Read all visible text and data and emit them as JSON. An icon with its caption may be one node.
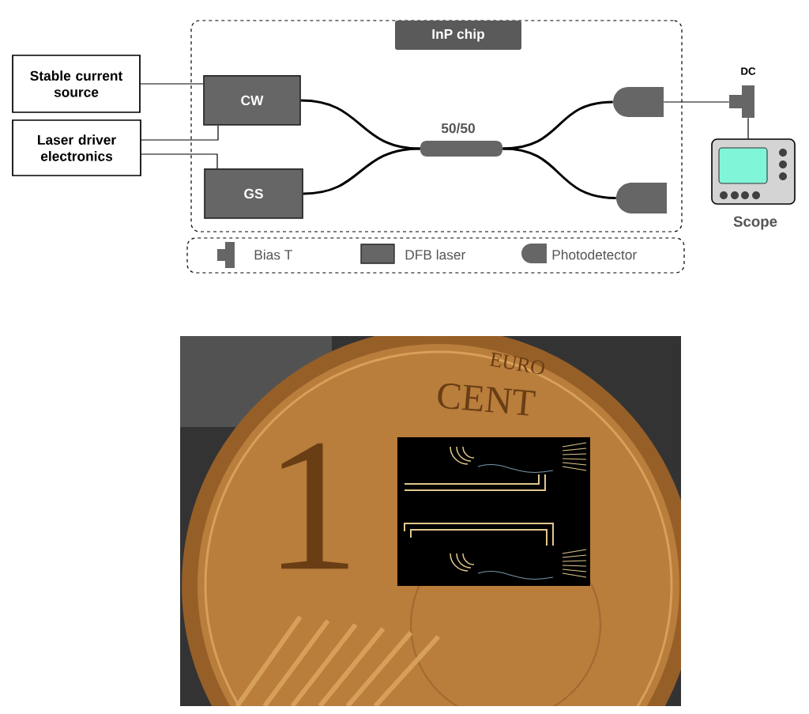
{
  "diagram": {
    "nodes": [
      {
        "text": [
          "InP chip"
        ]
      },
      {
        "text": [
          "Stable current source"
        ]
      },
      {
        "text": [
          "Laser driver electronics"
        ]
      },
      {
        "text": [
          "CW"
        ],
        "in": 0
      },
      {
        "text": [
          "GS"
        ],
        "in": 0
      },
      {
        "text": [
          "50/50"
        ],
        "in": 0
      },
      {
        "text": [],
        "shape": "box",
        "in": 0
      },
      {
        "text": [],
        "shape": "box",
        "in": 0
      },
      {
        "text": [
          "DC"
        ]
      },
      {
        "text": [
          "Scope"
        ]
      }
    ],
    "edges": [
      {
        "from": 1,
        "to": 3,
        "arrow": "none"
      },
      {
        "from": 2,
        "to": 3,
        "arrow": "none"
      },
      {
        "from": 2,
        "to": 4,
        "arrow": "none"
      },
      {
        "from": 3,
        "to": 5,
        "arrow": "none",
        "style": "thick"
      },
      {
        "from": 4,
        "to": 5,
        "arrow": "none",
        "style": "thick"
      },
      {
        "from": 5,
        "to": 6,
        "arrow": "none",
        "style": "thick"
      },
      {
        "from": 5,
        "to": 7,
        "arrow": "none",
        "style": "thick"
      },
      {
        "from": 6,
        "to": 8,
        "arrow": "none"
      },
      {
        "from": 8,
        "to": 9,
        "arrow": "none"
      }
    ],
    "labels": [
      "EURO",
      "CENT",
      "1"
    ],
    "legend": [
      {
        "text": "Bias T"
      },
      {
        "text": "DFB laser",
        "color": "#666666"
      },
      {
        "text": "Photodetector"
      }
    ]
  }
}
